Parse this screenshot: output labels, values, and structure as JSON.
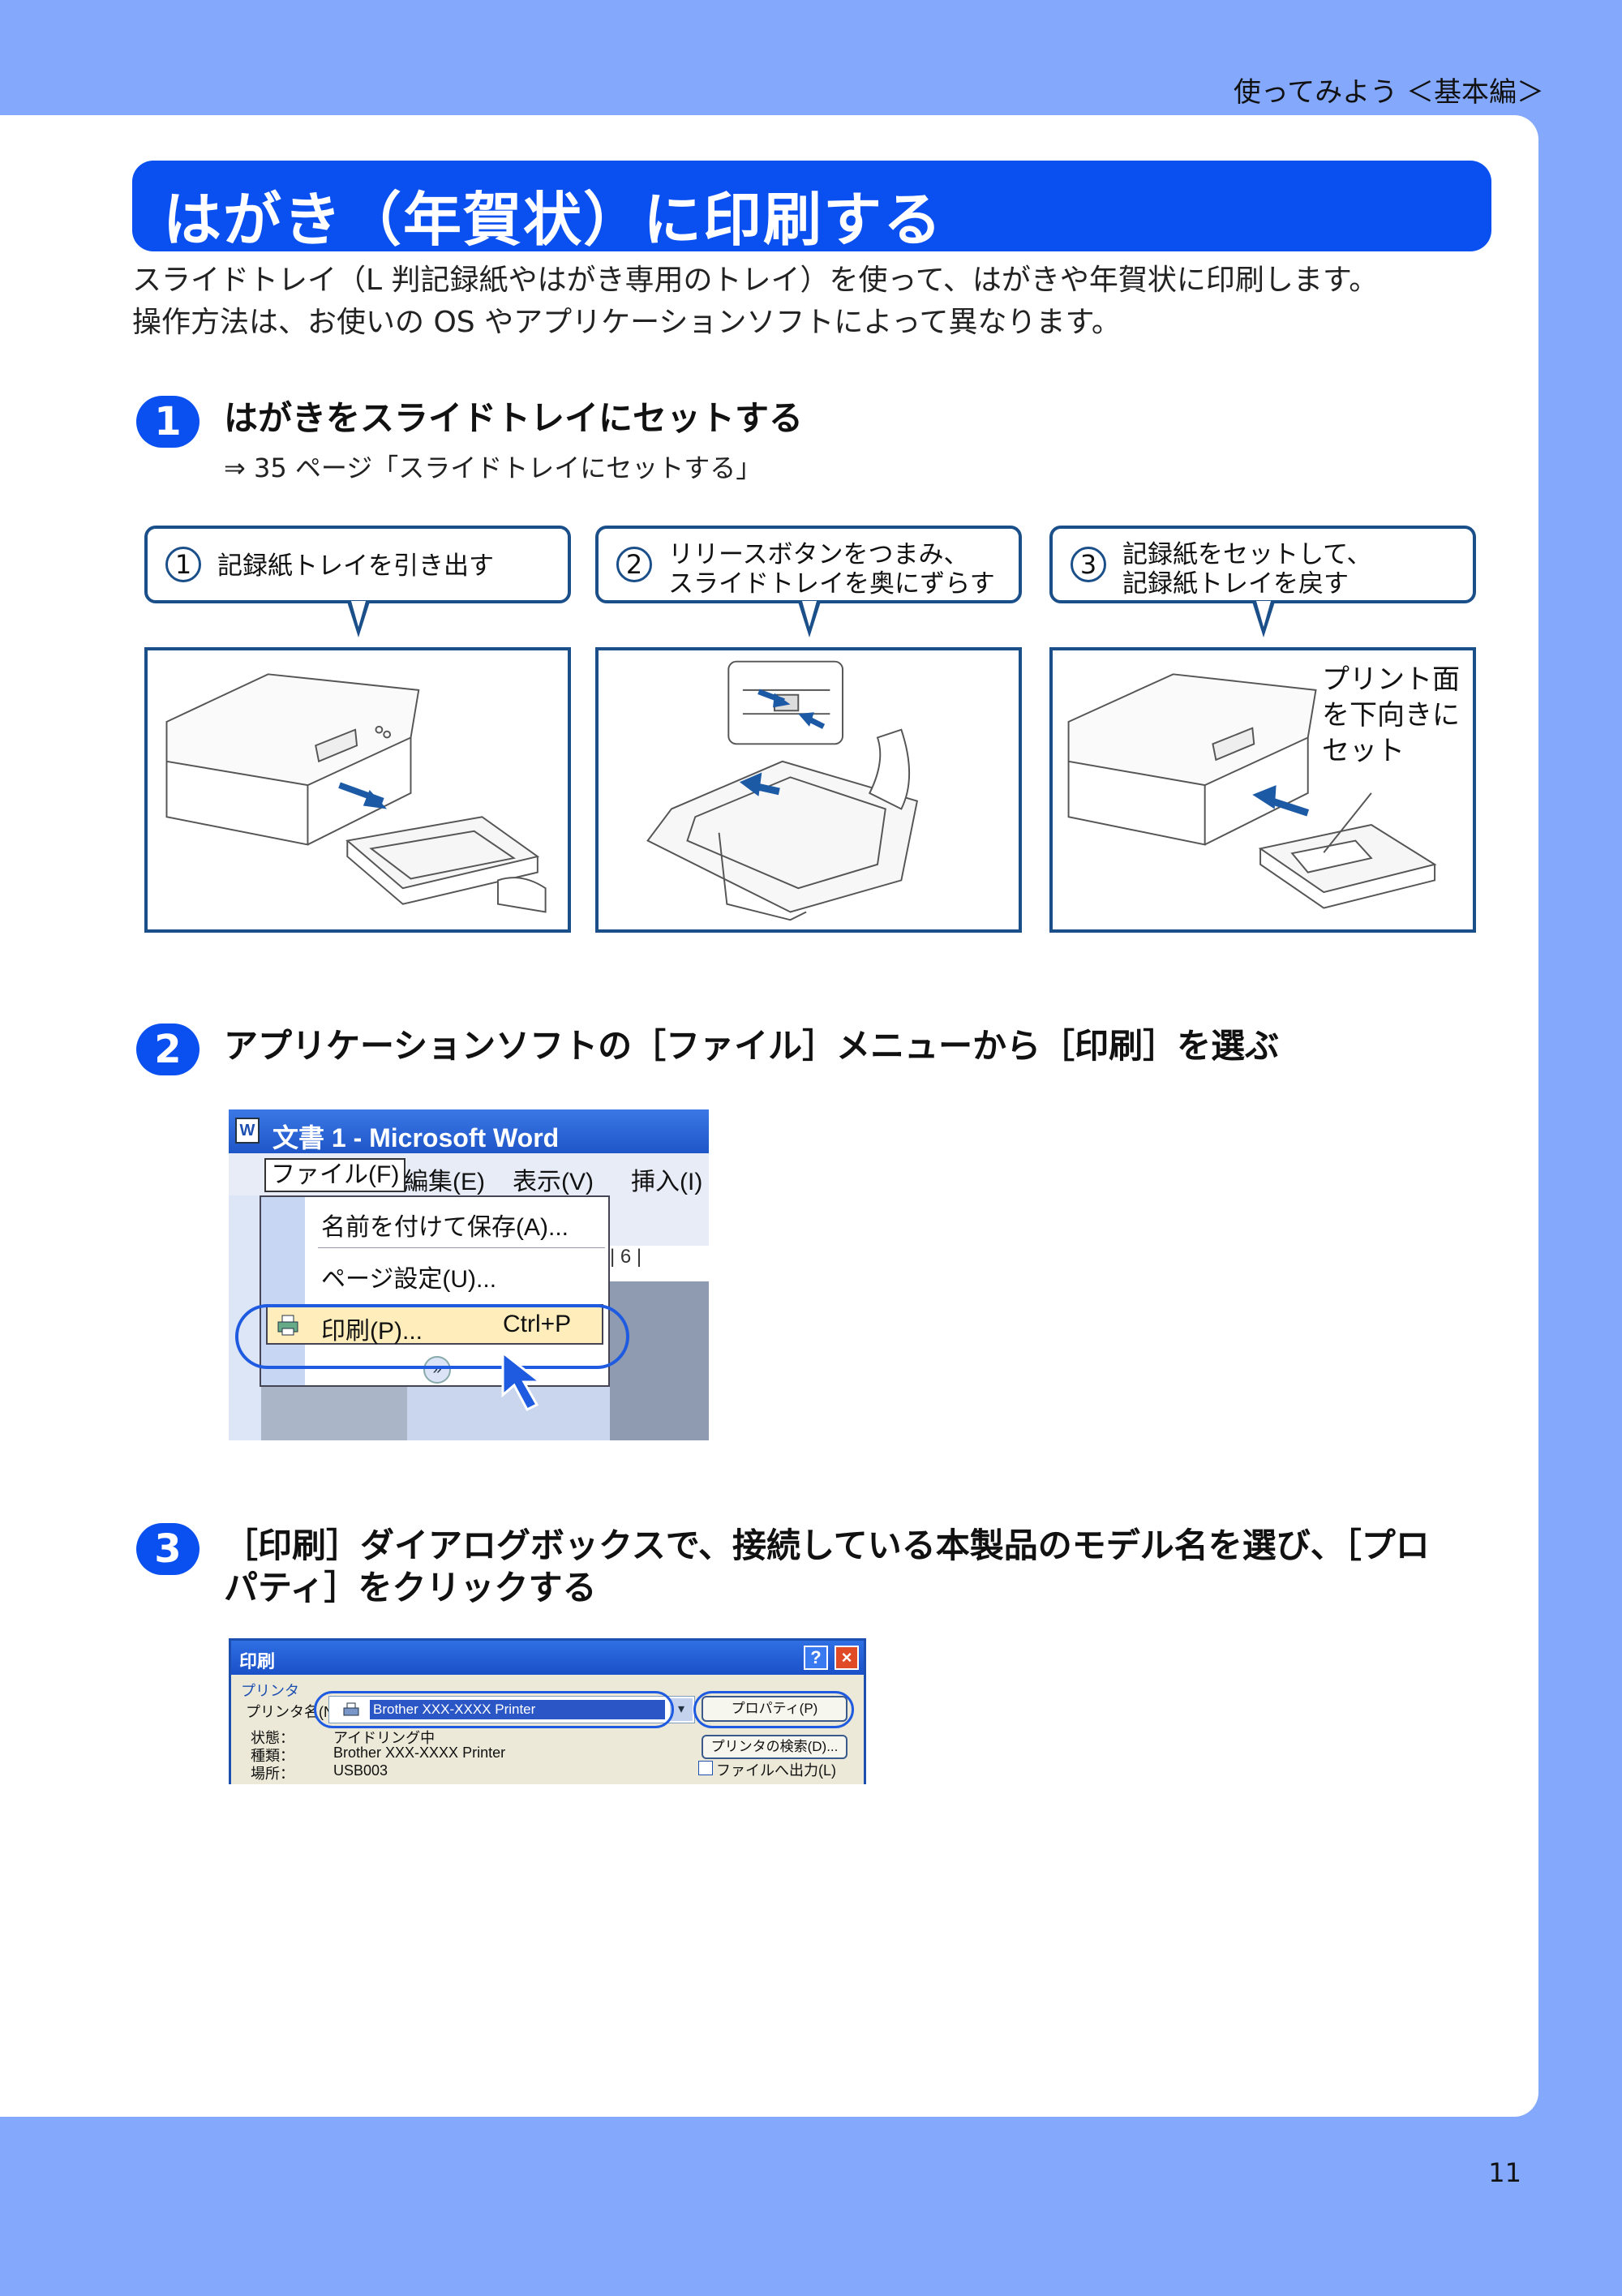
{
  "header": {
    "section": "使ってみよう ＜基本編＞"
  },
  "title": "はがき（年賀状）に印刷する",
  "intro": {
    "line1": "スライドトレイ（L 判記録紙やはがき専用のトレイ）を使って、はがきや年賀状に印刷します。",
    "line2": "操作方法は、お使いの OS やアプリケーションソフトによって異なります。"
  },
  "steps": [
    {
      "num": "1",
      "title": "はがきをスライドトレイにセットする",
      "ref": "⇒ 35 ページ「スライドトレイにセットする」"
    },
    {
      "num": "2",
      "title": "アプリケーションソフトの［ファイル］メニューから［印刷］を選ぶ"
    },
    {
      "num": "3",
      "title_line1": "［印刷］ダイアログボックスで、接続している本製品のモデル名を選び、［プロ",
      "title_line2": "パティ］をクリックする"
    }
  ],
  "callouts": [
    {
      "num": "1",
      "line1": "記録紙トレイを引き出す",
      "line2": ""
    },
    {
      "num": "2",
      "line1": "リリースボタンをつまみ、",
      "line2": "スライドトレイを奥にずらす"
    },
    {
      "num": "3",
      "line1": "記録紙をセットして、",
      "line2": "記録紙トレイを戻す"
    }
  ],
  "illus3_label": {
    "line1": "プリント面",
    "line2": "を下向きに",
    "line3": "セット"
  },
  "word": {
    "window_title": "文書 1 - Microsoft Word",
    "menus": [
      "ファイル(F)",
      "編集(E)",
      "表示(V)",
      "挿入(I)"
    ],
    "items": [
      "名前を付けて保存(A)...",
      "ページ設定(U)...",
      "印刷(P)..."
    ],
    "shortcut": "Ctrl+P",
    "ruler_text": "| 6 |"
  },
  "print_dialog": {
    "title": "印刷",
    "group": "プリンタ",
    "name_label": "プリンタ名(N):",
    "selected_printer": "Brother XXX-XXXX Printer",
    "status_label": "状態：",
    "status_value": "アイドリング中",
    "type_label": "種類：",
    "type_value": "Brother XXX-XXXX Printer",
    "where_label": "場所：",
    "where_value": "USB003",
    "properties_button": "プロパティ(P)",
    "find_button": "プリンタの検索(D)...",
    "file_checkbox": "ファイルへ出力(L)"
  },
  "page_number": "11",
  "colors": {
    "accent": "#0a4ff0",
    "frame": "#84a8fc",
    "callout_border": "#1a4f8a"
  }
}
